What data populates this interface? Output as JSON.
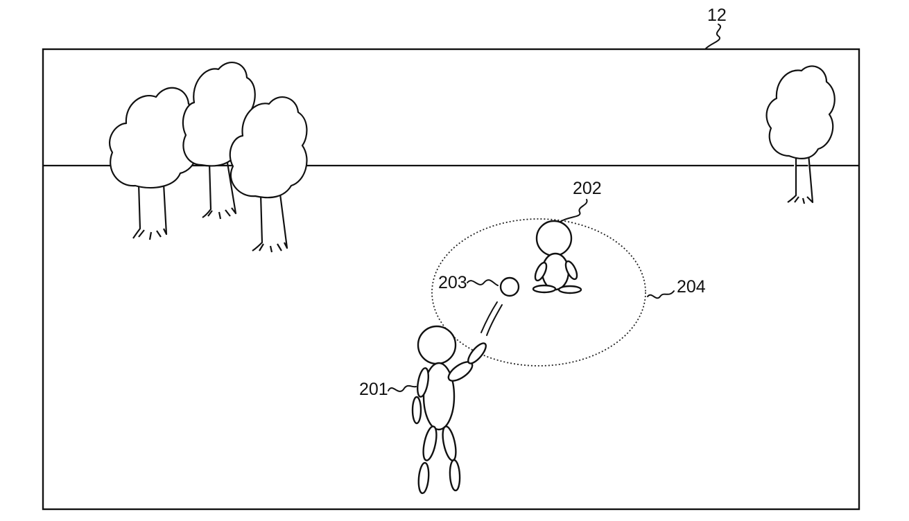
{
  "labels": {
    "screen": "12",
    "player": "201",
    "target": "202",
    "ball": "203",
    "range": "204"
  }
}
